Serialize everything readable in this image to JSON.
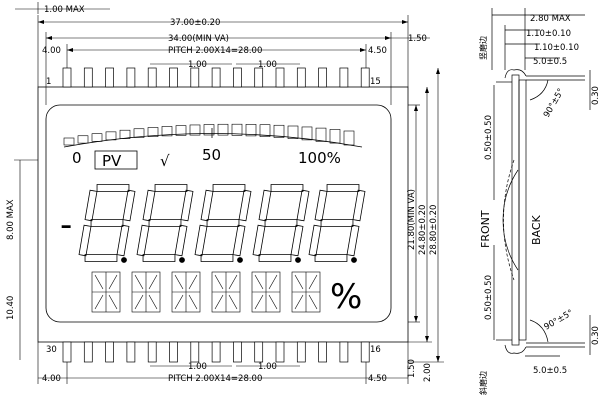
{
  "dims": {
    "one_max": "1.00 MAX",
    "overall_width": "37.00±0.20",
    "view_area_width": "34.00(MIN VA)",
    "pitch": "PITCH 2.00X14=28.00",
    "left_offset": "4.00",
    "right_offset": "4.50",
    "pin_width": "1.00",
    "right_gap": "1.50",
    "left_height": "8.00 MAX",
    "left_lower": "10.40",
    "va_height": "21.80(MIN VA)",
    "outline_height": "24.80±0.20",
    "overall_height": "28.80±0.20",
    "bottom_gap": "1.50",
    "bottom_height": "2.00"
  },
  "pins": {
    "top_left": "1",
    "top_right": "15",
    "bottom_left": "30",
    "bottom_right": "16"
  },
  "lcd": {
    "zero": "0",
    "pv": "PV",
    "sqrt": "√",
    "fifty": "50",
    "hundred": "100%",
    "minus": "-",
    "percent": "%"
  },
  "side_view": {
    "thickness": "2.80 MAX",
    "dim_a": "1.10±0.10",
    "dim_b": "1.10±0.10",
    "pin_len": "5.0±0.5",
    "angle": "90°±5°",
    "gap": "0.50±0.50",
    "edge": "0.30",
    "front": "FRONT",
    "back": "BACK",
    "mark_top": "竖磨边",
    "mark_bottom": "斜磨边"
  }
}
